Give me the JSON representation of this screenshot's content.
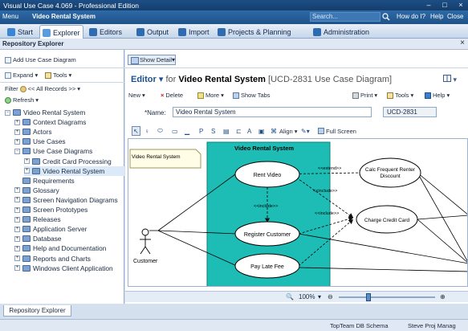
{
  "app": {
    "title": "Visual Use Case 4.069 - Professional Edition",
    "min_glyph": "–",
    "max_glyph": "□",
    "close_glyph": "×"
  },
  "menubar": {
    "menu": "Menu",
    "title": "Video Rental System",
    "search_placeholder": "Search...",
    "how_do_i": "How do I?",
    "help": "Help",
    "close": "Close"
  },
  "navtabs": [
    {
      "label": "Start",
      "color": "#3a86d4"
    },
    {
      "label": "Explorer",
      "color": "#3a86d4"
    },
    {
      "label": "Editors",
      "color": "#2f6bb0"
    },
    {
      "label": "Output",
      "color": "#2f6bb0"
    },
    {
      "label": "Import",
      "color": "#2f6bb0"
    },
    {
      "label": "Projects & Planning",
      "color": "#2f6bb0"
    },
    {
      "label": "Administration",
      "color": "#2f6bb0"
    }
  ],
  "repo": {
    "title": "Repository Explorer",
    "add_use_case_diagram": "Add Use Case Diagram",
    "expand": "Expand",
    "tools": "Tools",
    "filter": "Filter",
    "filter_value": "<< All Records >>",
    "refresh": "Refresh"
  },
  "tree": [
    {
      "label": "Video Rental System",
      "pm": "−",
      "indent": 0
    },
    {
      "label": "Context Diagrams",
      "pm": "+",
      "indent": 1
    },
    {
      "label": "Actors",
      "pm": "+",
      "indent": 1
    },
    {
      "label": "Use Cases",
      "pm": "+",
      "indent": 1
    },
    {
      "label": "Use Case Diagrams",
      "pm": "−",
      "indent": 1
    },
    {
      "label": "Credit Card Processing",
      "pm": "+",
      "indent": 2
    },
    {
      "label": "Video Rental System",
      "pm": "+",
      "indent": 2,
      "selected": true
    },
    {
      "label": "Requirements",
      "pm": "",
      "indent": 1
    },
    {
      "label": "Glossary",
      "pm": "+",
      "indent": 1
    },
    {
      "label": "Screen Navigation Diagrams",
      "pm": "+",
      "indent": 1
    },
    {
      "label": "Screen Prototypes",
      "pm": "+",
      "indent": 1
    },
    {
      "label": "Releases",
      "pm": "+",
      "indent": 1
    },
    {
      "label": "Application Server",
      "pm": "+",
      "indent": 1
    },
    {
      "label": "Database",
      "pm": "+",
      "indent": 1
    },
    {
      "label": "Help and Documentation",
      "pm": "+",
      "indent": 1
    },
    {
      "label": "Reports and Charts",
      "pm": "+",
      "indent": 1
    },
    {
      "label": "Windows Client Application",
      "pm": "+",
      "indent": 1
    }
  ],
  "editor": {
    "show_detail": "Show Detail",
    "editor_label": "Editor",
    "for": "for",
    "name": "Video Rental System",
    "id_text": "[UCD-2831 Use Case Diagram]",
    "new": "New",
    "delete": "Delete",
    "more": "More",
    "show_tabs": "Show Tabs",
    "print": "Print",
    "tools": "Tools",
    "help": "Help",
    "name_label": "*Name:",
    "name_value": "Video Rental System",
    "id_value": "UCD-2831",
    "align": "Align",
    "full_screen": "Full Screen"
  },
  "diagram": {
    "note": "Video Rental System",
    "boundary_title": "Video Rental System",
    "actor": "Customer",
    "use_cases": [
      "Rent Video",
      "Register Customer",
      "Pay Late Fee",
      "Calc Frequent Renter Discount",
      "Charge Credit Card"
    ],
    "rel_extend": "<<extend>>",
    "rel_include": "<<include>>"
  },
  "zoom": {
    "value": "100%"
  },
  "bottom": {
    "tab": "Repository Explorer",
    "status1": "TopTeam DB Schema",
    "status2": "Steve Proj Manag"
  }
}
